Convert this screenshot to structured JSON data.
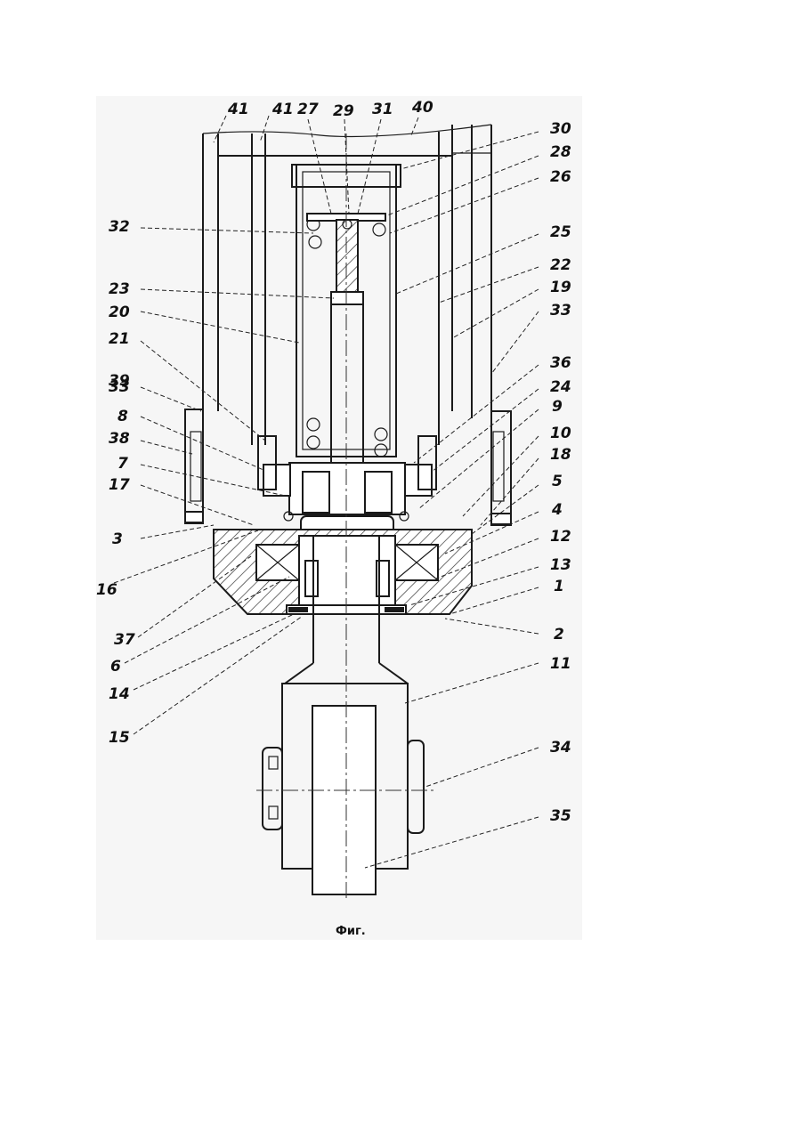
{
  "figure": {
    "caption": "Фиг."
  },
  "callouts": [
    {
      "id": "c41a",
      "text": "41"
    },
    {
      "id": "c41b",
      "text": "41"
    },
    {
      "id": "c27",
      "text": "27"
    },
    {
      "id": "c29",
      "text": "29"
    },
    {
      "id": "c31",
      "text": "31"
    },
    {
      "id": "c40",
      "text": "40"
    },
    {
      "id": "c30",
      "text": "30"
    },
    {
      "id": "c28",
      "text": "28"
    },
    {
      "id": "c26",
      "text": "26"
    },
    {
      "id": "c32",
      "text": "32"
    },
    {
      "id": "c25",
      "text": "25"
    },
    {
      "id": "c22",
      "text": "22"
    },
    {
      "id": "c23",
      "text": "23"
    },
    {
      "id": "c19",
      "text": "19"
    },
    {
      "id": "c20",
      "text": "20"
    },
    {
      "id": "c33r",
      "text": "33"
    },
    {
      "id": "c21",
      "text": "21"
    },
    {
      "id": "c39",
      "text": "39"
    },
    {
      "id": "c33l",
      "text": "33"
    },
    {
      "id": "c36",
      "text": "36"
    },
    {
      "id": "c24",
      "text": "24"
    },
    {
      "id": "c8",
      "text": "8"
    },
    {
      "id": "c9",
      "text": "9"
    },
    {
      "id": "c38",
      "text": "38"
    },
    {
      "id": "c10",
      "text": "10"
    },
    {
      "id": "c7",
      "text": "7"
    },
    {
      "id": "c18",
      "text": "18"
    },
    {
      "id": "c17",
      "text": "17"
    },
    {
      "id": "c5",
      "text": "5"
    },
    {
      "id": "c4",
      "text": "4"
    },
    {
      "id": "c3",
      "text": "3"
    },
    {
      "id": "c12",
      "text": "12"
    },
    {
      "id": "c16",
      "text": "16"
    },
    {
      "id": "c13",
      "text": "13"
    },
    {
      "id": "c1",
      "text": "1"
    },
    {
      "id": "c37",
      "text": "37"
    },
    {
      "id": "c2",
      "text": "2"
    },
    {
      "id": "c6",
      "text": "6"
    },
    {
      "id": "c11",
      "text": "11"
    },
    {
      "id": "c14",
      "text": "14"
    },
    {
      "id": "c15",
      "text": "15"
    },
    {
      "id": "c34",
      "text": "34"
    },
    {
      "id": "c35",
      "text": "35"
    }
  ]
}
